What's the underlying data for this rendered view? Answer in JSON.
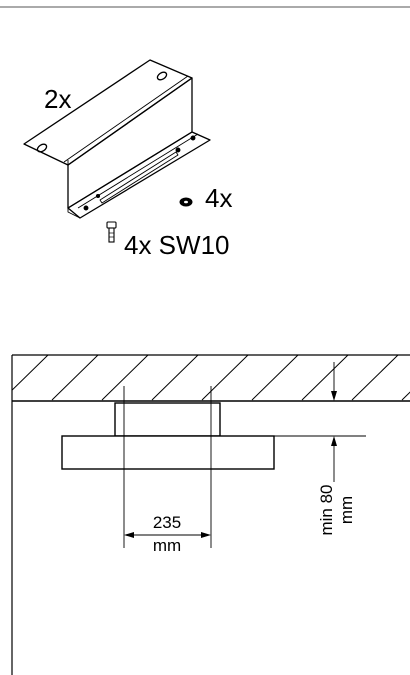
{
  "kit": {
    "bracket_qty": "2x",
    "washer_qty": "4x",
    "screw_label": "4x SW10"
  },
  "dimensions": {
    "spacing_value": "235",
    "spacing_unit": "mm",
    "clearance_value": "min 80",
    "clearance_unit": "mm"
  }
}
